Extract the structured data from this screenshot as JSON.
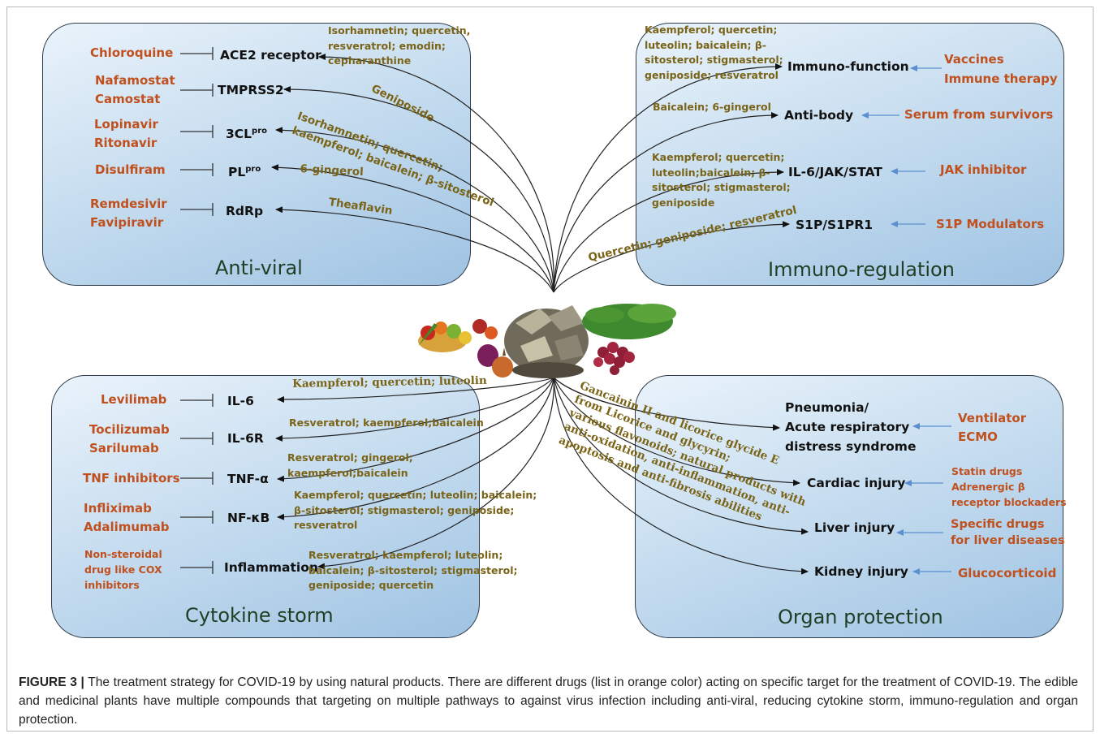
{
  "panels": {
    "antiviral": "Anti-viral",
    "immuno": "Immuno-regulation",
    "cytokine": "Cytokine storm",
    "organ": "Organ protection"
  },
  "antiviral": {
    "rows": [
      {
        "drugs": [
          "Chloroquine"
        ],
        "target": "ACE2 receptor",
        "target_sup": ""
      },
      {
        "drugs": [
          "Nafamostat",
          "Camostat"
        ],
        "target": "TMPRSS2",
        "target_sup": ""
      },
      {
        "drugs": [
          "Lopinavir",
          "Ritonavir"
        ],
        "target": "3CL",
        "target_sup": "pro"
      },
      {
        "drugs": [
          "Disulfiram"
        ],
        "target": "PL",
        "target_sup": "pro"
      },
      {
        "drugs": [
          "Remdesivir",
          "Favipiravir"
        ],
        "target": "RdRp",
        "target_sup": ""
      }
    ],
    "compounds": {
      "ace2": [
        "Isorhamnetin; quercetin,",
        "resveratrol; emodin;",
        "cepharanthine"
      ],
      "tmprss2": "Geniposide",
      "cl3": [
        "Isorhamnetin; quercetin;",
        "kaempferol; baicalein; β-sitosterol"
      ],
      "pl": "6-gingerol",
      "rdrp": "Theaflavin"
    }
  },
  "immuno": {
    "rows": [
      {
        "target": "Immuno-function",
        "drugs": [
          "Vaccines",
          "Immune therapy"
        ]
      },
      {
        "target": "Anti-body",
        "drugs": [
          "Serum from survivors"
        ]
      },
      {
        "target": "IL-6/JAK/STAT",
        "drugs": [
          "JAK inhibitor"
        ]
      },
      {
        "target": "S1P/S1PR1",
        "drugs": [
          "S1P Modulators"
        ]
      }
    ],
    "compounds": {
      "immuno_function": [
        "Kaempferol; quercetin;",
        "luteolin; baicalein;  β-",
        "sitosterol; stigmasterol;",
        "geniposide; resveratrol"
      ],
      "antibody": "Baicalein;  6-gingerol",
      "il6jak": [
        "Kaempferol; quercetin;",
        "luteolin;baicalein;  β-",
        "sitosterol; stigmasterol;",
        "geniposide"
      ],
      "s1p": "Quercetin; geniposide; resveratrol"
    }
  },
  "cytokine": {
    "rows": [
      {
        "drugs": [
          "Levilimab"
        ],
        "target": "IL-6"
      },
      {
        "drugs": [
          "Tocilizumab",
          "Sarilumab"
        ],
        "target": "IL-6R"
      },
      {
        "drugs": [
          "TNF inhibitors"
        ],
        "target": "TNF-α"
      },
      {
        "drugs": [
          "Infliximab",
          "Adalimumab"
        ],
        "target": "NF-κB"
      },
      {
        "drugs": [
          "Non-steroidal",
          "drug like COX",
          "inhibitors"
        ],
        "target": "Inflammation"
      }
    ],
    "compounds": {
      "il6": "Kaempferol; quercetin; luteolin",
      "il6r": "Resveratrol; kaempferol;baicalein",
      "tnf": [
        "Resveratrol; gingerol;",
        "kaempferol;baicalein"
      ],
      "nfkb": [
        "Kaempferol; quercetin; luteolin; baicalein;",
        "β-sitosterol; stigmasterol; geniposide;",
        "resveratrol"
      ],
      "inflammation": [
        "Resveratrol; kaempferol; luteolin;",
        "baicalein;  β-sitosterol; stigmasterol;",
        "geniposide;  quercetin"
      ]
    }
  },
  "organ": {
    "rows": [
      {
        "target": [
          "Pneumonia/",
          "Acute respiratory",
          "distress syndrome"
        ],
        "drugs": [
          "Ventilator",
          "ECMO"
        ]
      },
      {
        "target": [
          "Cardiac injury"
        ],
        "drugs": [
          "Statin drugs",
          "Adrenergic β",
          "receptor blockaders"
        ]
      },
      {
        "target": [
          "Liver injury"
        ],
        "drugs": [
          "Specific drugs",
          "for liver diseases"
        ]
      },
      {
        "target": [
          "Kidney injury"
        ],
        "drugs": [
          "Glucocorticoid"
        ]
      }
    ],
    "compounds": [
      "Gancainin II and licorice glycide E",
      "from Licorice and glycyrin;",
      "various flavonoids; natural products with",
      "anti-oxidation, anti-inflammation, anti-",
      "apoptosis and anti-fibrosis abilities"
    ]
  },
  "caption": {
    "label": "FIGURE 3 |",
    "text": " The treatment strategy for COVID-19 by using natural products. There are different drugs (list in orange color) acting on specific target for the treatment of COVID-19. The edible and medicinal plants have multiple compounds that targeting on multiple pathways to against virus infection including anti-viral, reducing cytokine storm, immuno-regulation and organ protection."
  },
  "colors": {
    "drug": "#c0501e",
    "compound": "#7a6418",
    "target": "#111111",
    "panel_border": "#2f3d4c",
    "panel_fill": "#b9d5ee",
    "title": "#1f3f25",
    "arrow_blue": "#5b8fd0"
  }
}
